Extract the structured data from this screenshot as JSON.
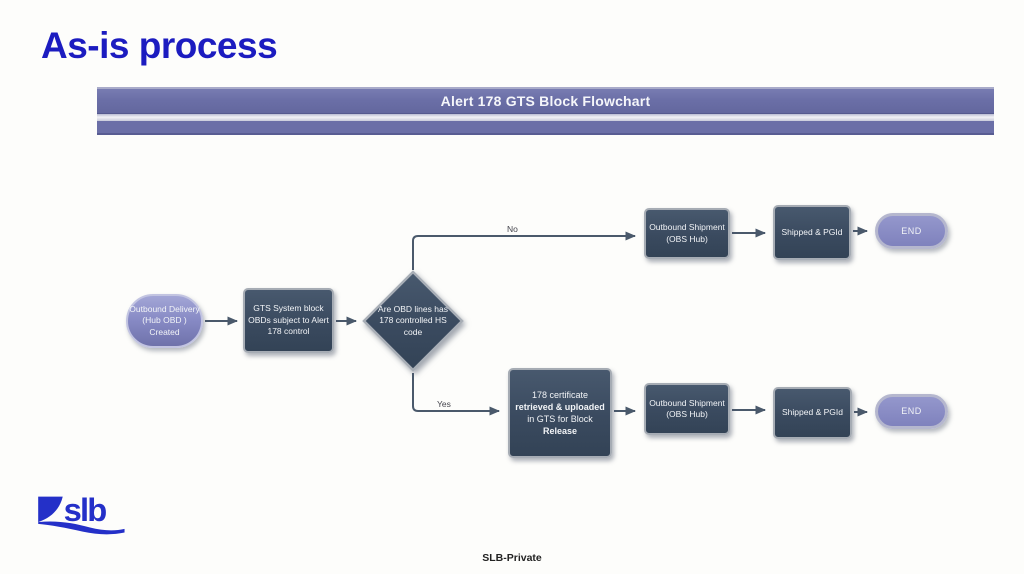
{
  "slide": {
    "title": "As-is process",
    "footer": "SLB-Private"
  },
  "banner": {
    "title": "Alert 178 GTS Block Flowchart"
  },
  "flowchart": {
    "start": {
      "line1": "Outbound Delivery",
      "line2": "(Hub OBD ) Created"
    },
    "gts": {
      "line1": "GTS System block",
      "line2": "OBDs subject to Alert",
      "line3": "178 control"
    },
    "decision": {
      "line1": "Are OBD lines has",
      "line2": "178 controlled HS",
      "line3": "code"
    },
    "no_label": "No",
    "yes_label": "Yes",
    "obs_top": {
      "line1": "Outbound Shipment",
      "line2": "(OBS Hub)"
    },
    "shipped_top": "Shipped & PGId",
    "end_top": "END",
    "cert": {
      "line1": "178 certificate",
      "line2": "retrieved & uploaded",
      "line3": "in GTS for Block",
      "line4": "Release"
    },
    "obs_bottom": {
      "line1": "Outbound Shipment",
      "line2": "(OBS Hub)"
    },
    "shipped_bottom": "Shipped & PGId",
    "end_bottom": "END"
  },
  "logo": {
    "text": "slb"
  },
  "colors": {
    "title_blue": "#1c1cc0",
    "brand_blue": "#2430c8",
    "banner_purple": "#6b6fa7",
    "node_dark": "#3a4a5f",
    "node_border": "#a6acb4",
    "stadium_purple": "#8689c4",
    "end_purple": "#7f82bd",
    "connector": "#4a596b",
    "footer_text": "#222222"
  }
}
